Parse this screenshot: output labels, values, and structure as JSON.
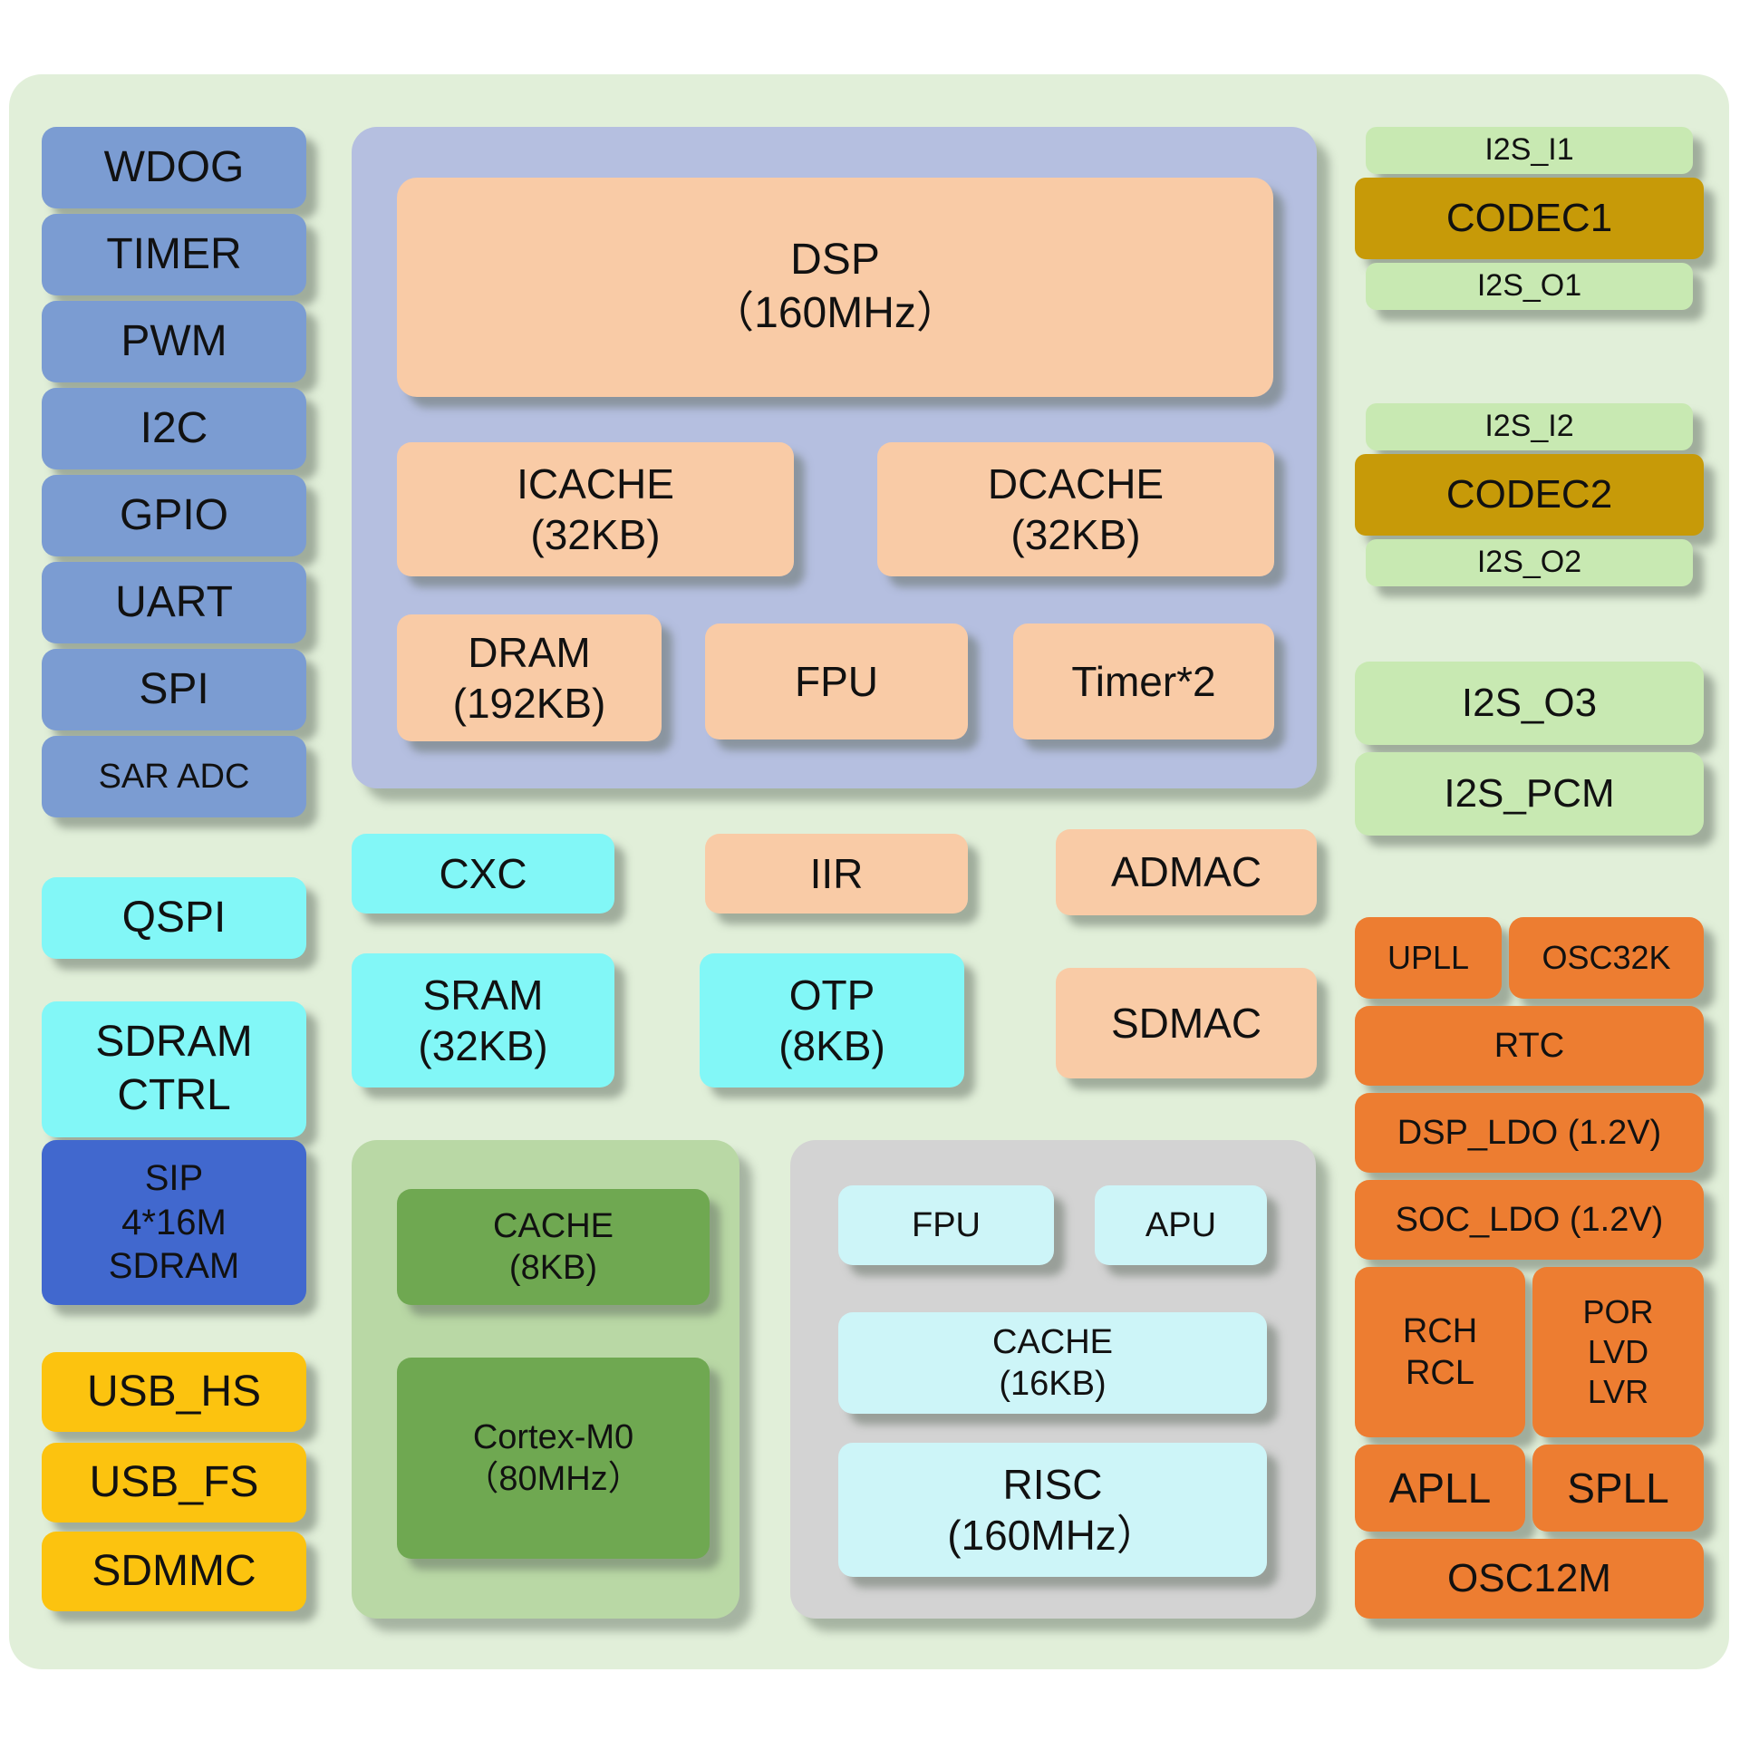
{
  "colors": {
    "canvas": "#e1efd9",
    "blue": "#7b9cd2",
    "cyan": "#82f7f7",
    "deepblue": "#4168ce",
    "yellow": "#fcc30f",
    "dspbox": "#b5bfe0",
    "peach": "#f9cba6",
    "greenbox": "#b9d8a5",
    "green": "#6fa851",
    "graybox": "#d3d3d3",
    "palecyan": "#cdf5f8",
    "palegreen": "#c8e9b2",
    "gold": "#c79a08",
    "orange": "#ed7d31"
  },
  "left": {
    "wdog": "WDOG",
    "timer": "TIMER",
    "pwm": "PWM",
    "i2c": "I2C",
    "gpio": "GPIO",
    "uart": "UART",
    "spi": "SPI",
    "sar_adc": "SAR ADC",
    "qspi": "QSPI",
    "sdram_ctrl": "SDRAM\nCTRL",
    "sip": "SIP\n4*16M\nSDRAM",
    "usb_hs": "USB_HS",
    "usb_fs": "USB_FS",
    "sdmmc": "SDMMC"
  },
  "dsp": {
    "dsp": "DSP\n（160MHz）",
    "icache": "ICACHE\n(32KB)",
    "dcache": "DCACHE\n(32KB)",
    "dram": "DRAM\n(192KB)",
    "fpu": "FPU",
    "timer2": "Timer*2"
  },
  "mid": {
    "cxc": "CXC",
    "iir": "IIR",
    "admac": "ADMAC",
    "sram": "SRAM\n(32KB)",
    "otp": "OTP\n(8KB)",
    "sdmac": "SDMAC"
  },
  "mcu": {
    "cache": "CACHE\n(8KB)",
    "core": "Cortex-M0\n（80MHz）"
  },
  "risc": {
    "fpu": "FPU",
    "apu": "APU",
    "cache": "CACHE\n(16KB)",
    "core": "RISC\n(160MHz）"
  },
  "audio": {
    "i2s_i1": "I2S_I1",
    "codec1": "CODEC1",
    "i2s_o1": "I2S_O1",
    "i2s_i2": "I2S_I2",
    "codec2": "CODEC2",
    "i2s_o2": "I2S_O2",
    "i2s_o3": "I2S_O3",
    "i2s_pcm": "I2S_PCM"
  },
  "power": {
    "upll": "UPLL",
    "osc32k": "OSC32K",
    "rtc": "RTC",
    "dsp_ldo": "DSP_LDO (1.2V)",
    "soc_ldo": "SOC_LDO (1.2V)",
    "rch_rcl": "RCH\nRCL",
    "por_lvd_lvr": "POR\nLVD\nLVR",
    "apll": "APLL",
    "spll": "SPLL",
    "osc12m": "OSC12M"
  }
}
